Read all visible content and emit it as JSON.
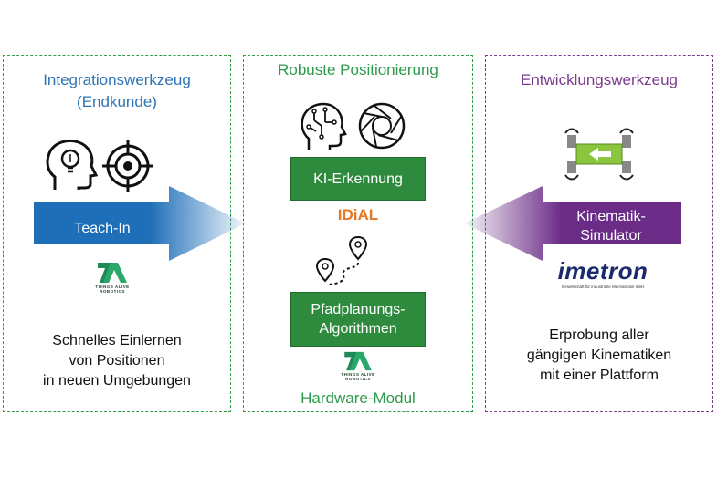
{
  "left": {
    "title": "Integrationswerkzeug",
    "subtitle": "(Endkunde)",
    "arrow_label": "Teach-In",
    "logo_line1": "THINGS ALIVE",
    "logo_line2": "ROBOTICS",
    "desc_line1": "Schnelles Einlernen",
    "desc_line2": "von Positionen",
    "desc_line3": "in neuen Umgebungen"
  },
  "middle": {
    "title": "Robuste Positionierung",
    "box1": "KI-Erkennung",
    "idial": "IDiAL",
    "box2_line1": "Pfadplanungs-",
    "box2_line2": "Algorithmen",
    "logo_line1": "THINGS ALIVE",
    "logo_line2": "ROBOTICS",
    "footer": "Hardware-Modul"
  },
  "right": {
    "title": "Entwicklungswerkzeug",
    "arrow_line1": "Kinematik-",
    "arrow_line2": "Simulator",
    "imetron": "imetron",
    "imetron_sub": "Gesellschaft für industrielle Mechatronik mbH",
    "desc_line1": "Erprobung aller",
    "desc_line2": "gängigen Kinematiken",
    "desc_line3": "mit einer Plattform"
  },
  "colors": {
    "blue": "#1f6fb8",
    "green": "#2e8b3e",
    "purple": "#6a2c86",
    "orange": "#e87722"
  },
  "icons": [
    "head-lightbulb-icon",
    "target-icon",
    "head-circuit-icon",
    "aperture-icon",
    "route-pins-icon",
    "mecanum-robot-icon"
  ]
}
